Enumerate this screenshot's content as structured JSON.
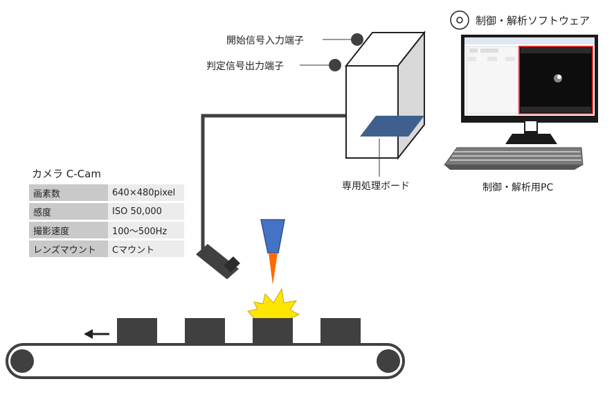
{
  "camera": {
    "title": "カメラ C-Cam",
    "specs": [
      {
        "key": "画素数",
        "value": "640×480pixel"
      },
      {
        "key": "感度",
        "value": "ISO 50,000"
      },
      {
        "key": "撮影速度",
        "value": "100～500Hz"
      },
      {
        "key": "レンズマウント",
        "value": "Cマウント"
      }
    ]
  },
  "board": {
    "label": "専用処理ボード",
    "start_terminal": "開始信号入力端子",
    "judge_terminal": "判定信号出力端子"
  },
  "software": {
    "label": "制御・解析ソフトウェア"
  },
  "pc": {
    "label": "制御・解析用PC"
  },
  "colors": {
    "board_face": "#ffffff",
    "board_side": "#d9d9d9",
    "panel": "#3f5f8f",
    "nozzle": "#4472c4",
    "flame": "#ff6a00",
    "spark": "#ffe600",
    "box": "#404040",
    "cable": "#404040",
    "monitor_red": "#e03030"
  }
}
